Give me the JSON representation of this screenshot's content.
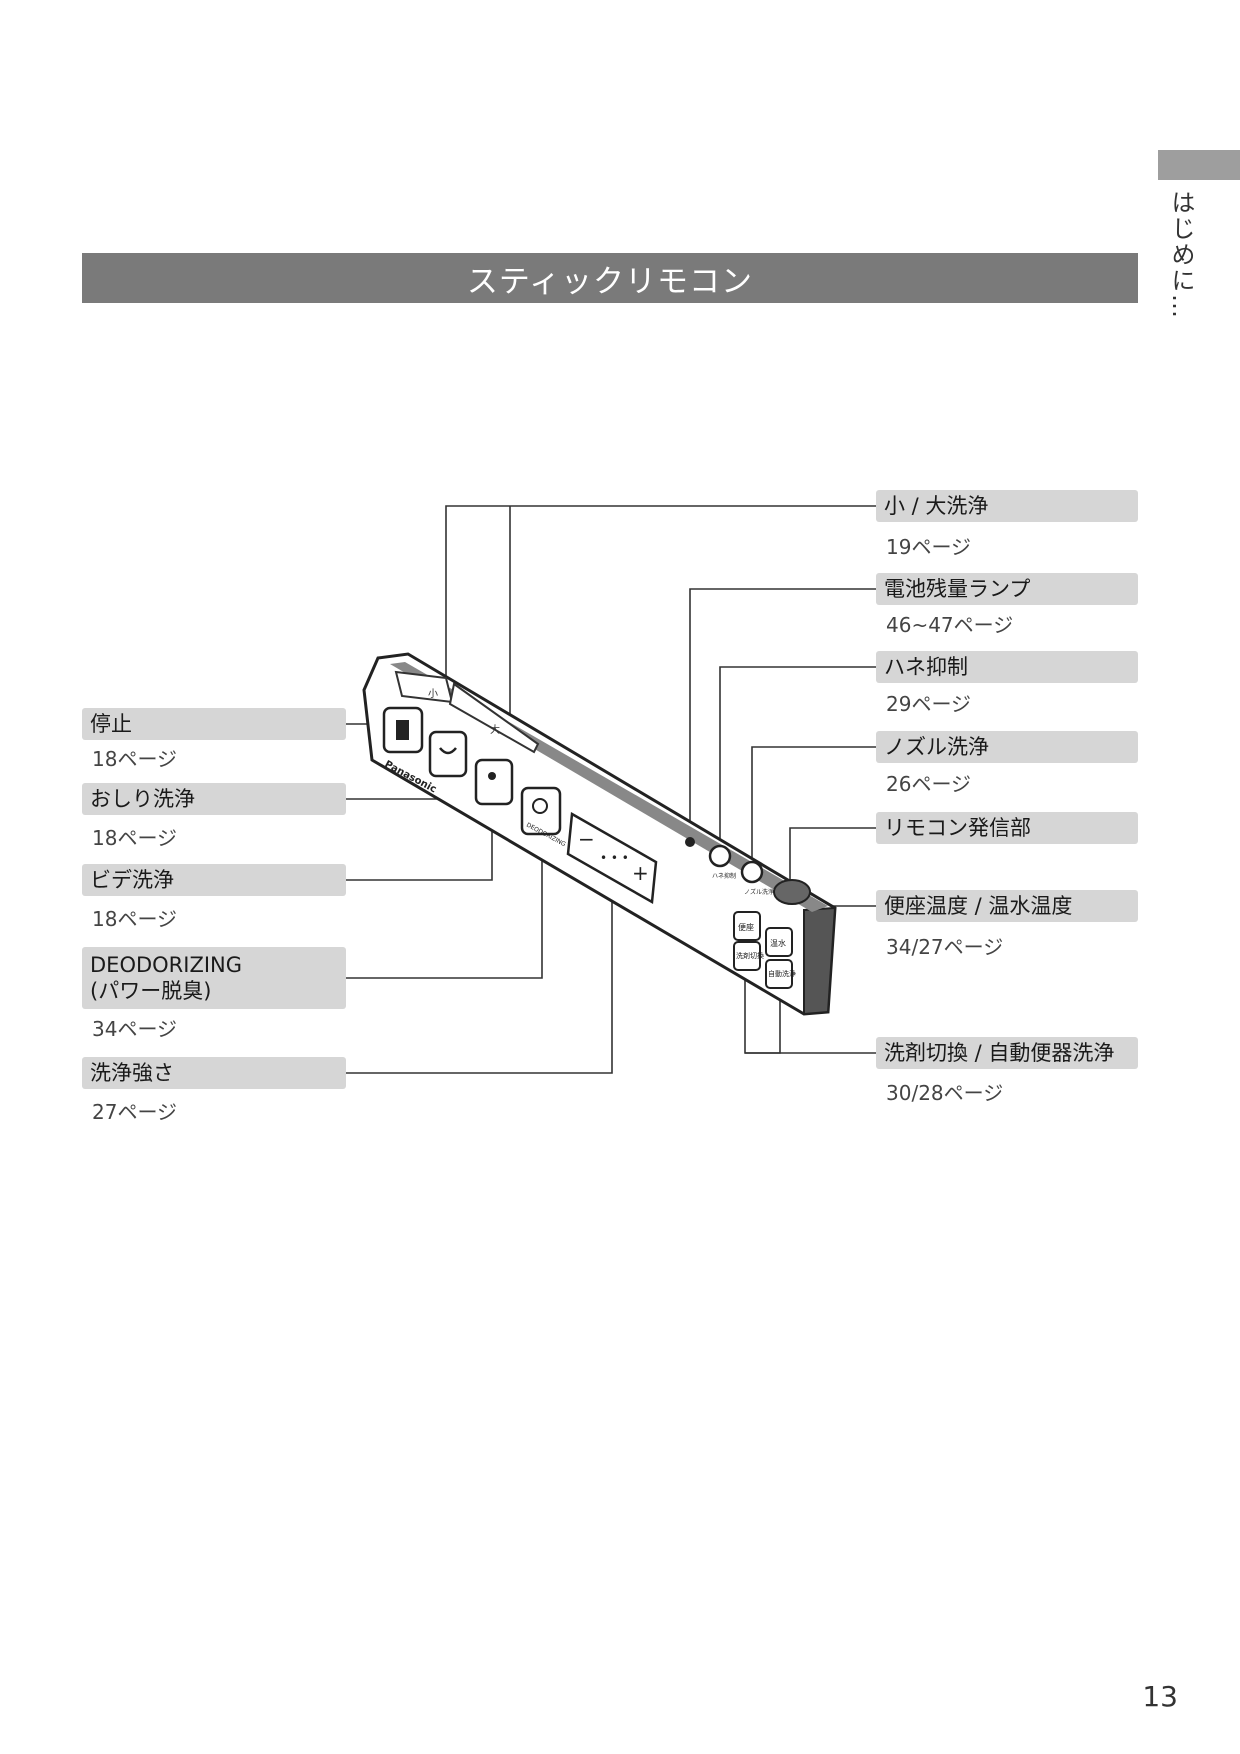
{
  "side_tab": {
    "label": "はじめに…"
  },
  "title": "スティックリモコン",
  "left_labels": [
    {
      "name": "stop",
      "label": "停止",
      "page": "18ページ"
    },
    {
      "name": "oshiri-wash",
      "label": "おしり洗浄",
      "page": "18ページ"
    },
    {
      "name": "bidet-wash",
      "label": "ビデ洗浄",
      "page": "18ページ"
    },
    {
      "name": "deodorizing",
      "label": "DEODORIZING",
      "label2": "(パワー脱臭)",
      "page": "34ページ"
    },
    {
      "name": "wash-strength",
      "label": "洗浄強さ",
      "page": "27ページ"
    }
  ],
  "right_labels": [
    {
      "name": "small-large-flush",
      "label": "小 / 大洗浄",
      "page": "19ページ"
    },
    {
      "name": "battery-lamp",
      "label": "電池残量ランプ",
      "page": "46~47ページ"
    },
    {
      "name": "splash-suppress",
      "label": "ハネ抑制",
      "page": "29ページ"
    },
    {
      "name": "nozzle-wash",
      "label": "ノズル洗浄",
      "page": "26ページ"
    },
    {
      "name": "remote-transmitter",
      "label": "リモコン発信部",
      "page": ""
    },
    {
      "name": "seat-water-temp",
      "label": "便座温度 / 温水温度",
      "page": "34/27ページ"
    },
    {
      "name": "detergent-auto-flush",
      "label": "洗剤切換 / 自動便器洗浄",
      "page": "30/28ページ"
    }
  ],
  "remote": {
    "brand": "Panasonic",
    "flush_small": "小",
    "flush_large": "大",
    "deo_text": "DEODORIZING",
    "strength_minus": "−",
    "strength_plus": "+",
    "strength_dots": "• • •",
    "splash_text": "ハネ抑制",
    "nozzle_text": "ノズル洗浄",
    "seat_text": "便座",
    "water_text": "温水",
    "detergent_text": "洗剤切換",
    "auto_text": "自動洗浄"
  },
  "page_number": "13"
}
